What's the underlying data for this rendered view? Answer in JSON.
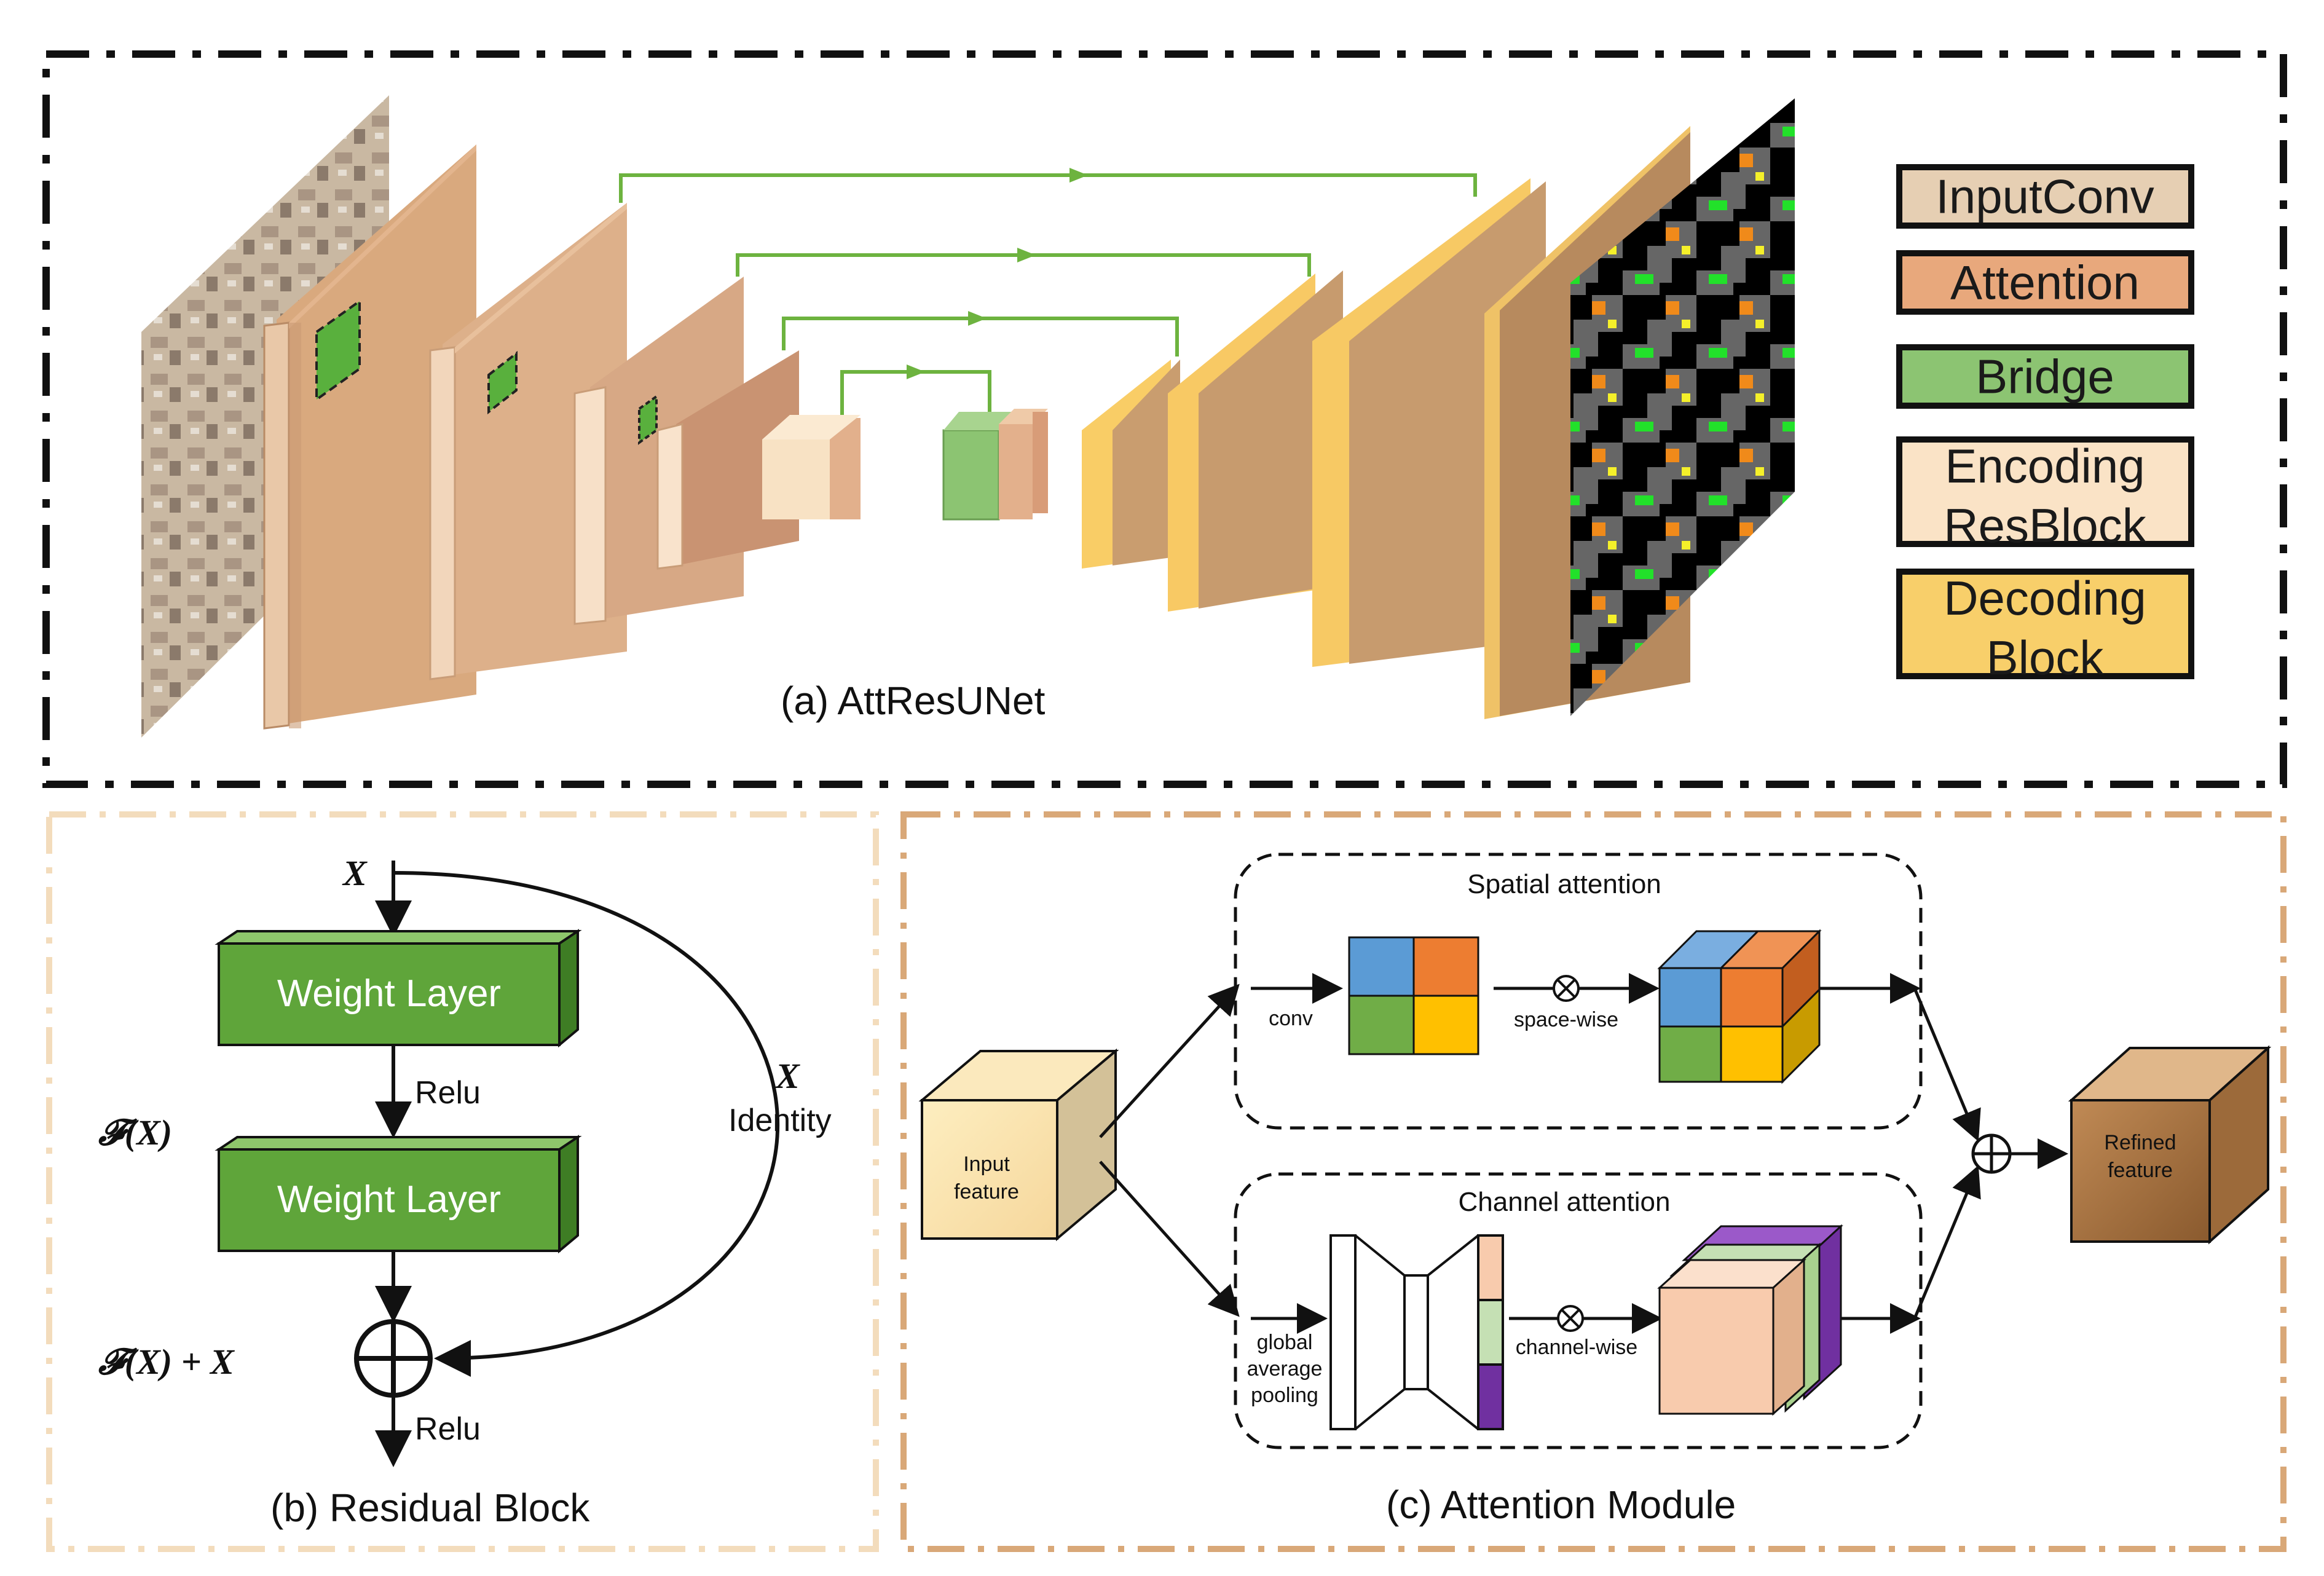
{
  "panel_a": {
    "caption": "(a) AttResUNet",
    "legend": [
      {
        "label": "InputConv",
        "color": "#e6cfb3"
      },
      {
        "label": "Attention",
        "color": "#e8a87c"
      },
      {
        "label": "Bridge",
        "color": "#8cc472"
      },
      {
        "label": "Encoding",
        "label2": "ResBlock",
        "color": "#fae3c6"
      },
      {
        "label": "Decoding",
        "label2": "Block",
        "color": "#f8cf6a"
      }
    ]
  },
  "panel_b": {
    "caption": "(b) Residual Block",
    "input_x": "X",
    "weight_layer_1": "Weight Layer",
    "weight_layer_2": "Weight Layer",
    "relu_1": "Relu",
    "relu_2": "Relu",
    "fx": "𝓕(X)",
    "fx_plus_x": "𝓕(X) + X",
    "identity_x": "X",
    "identity": "Identity"
  },
  "panel_c": {
    "caption": "(c) Attention Module",
    "input_feature_1": "Input",
    "input_feature_2": "feature",
    "refined_feature_1": "Refined",
    "refined_feature_2": "feature",
    "spatial_title": "Spatial attention",
    "channel_title": "Channel attention",
    "conv": "conv",
    "space_wise": "space-wise",
    "channel_wise": "channel-wise",
    "gap_1": "global",
    "gap_2": "average",
    "gap_3": "pooling"
  },
  "colors": {
    "black_frame": "#111111",
    "panel_b_frame": "#f3dcbc",
    "panel_c_frame": "#d9a878",
    "skip_line": "#6db33f",
    "weight_layer": "#5fa53a"
  }
}
